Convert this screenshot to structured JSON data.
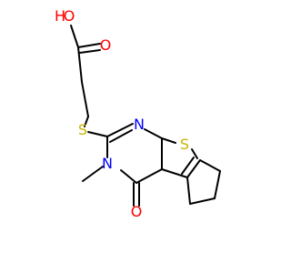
{
  "molecule": {
    "atoms": {
      "hydroxyl_o": "O",
      "hydroxyl_h": "H",
      "carbonyl_o_acid": "O",
      "thioether_s": "S",
      "ring_n_top": "N",
      "ring_n_methyl": "N",
      "thiophene_s": "S",
      "carbonyl_o_ring": "O"
    },
    "colors": {
      "bond": "#000000",
      "oxygen": "#ff0000",
      "nitrogen": "#0000ff",
      "sulfur": "#c8b400"
    }
  }
}
